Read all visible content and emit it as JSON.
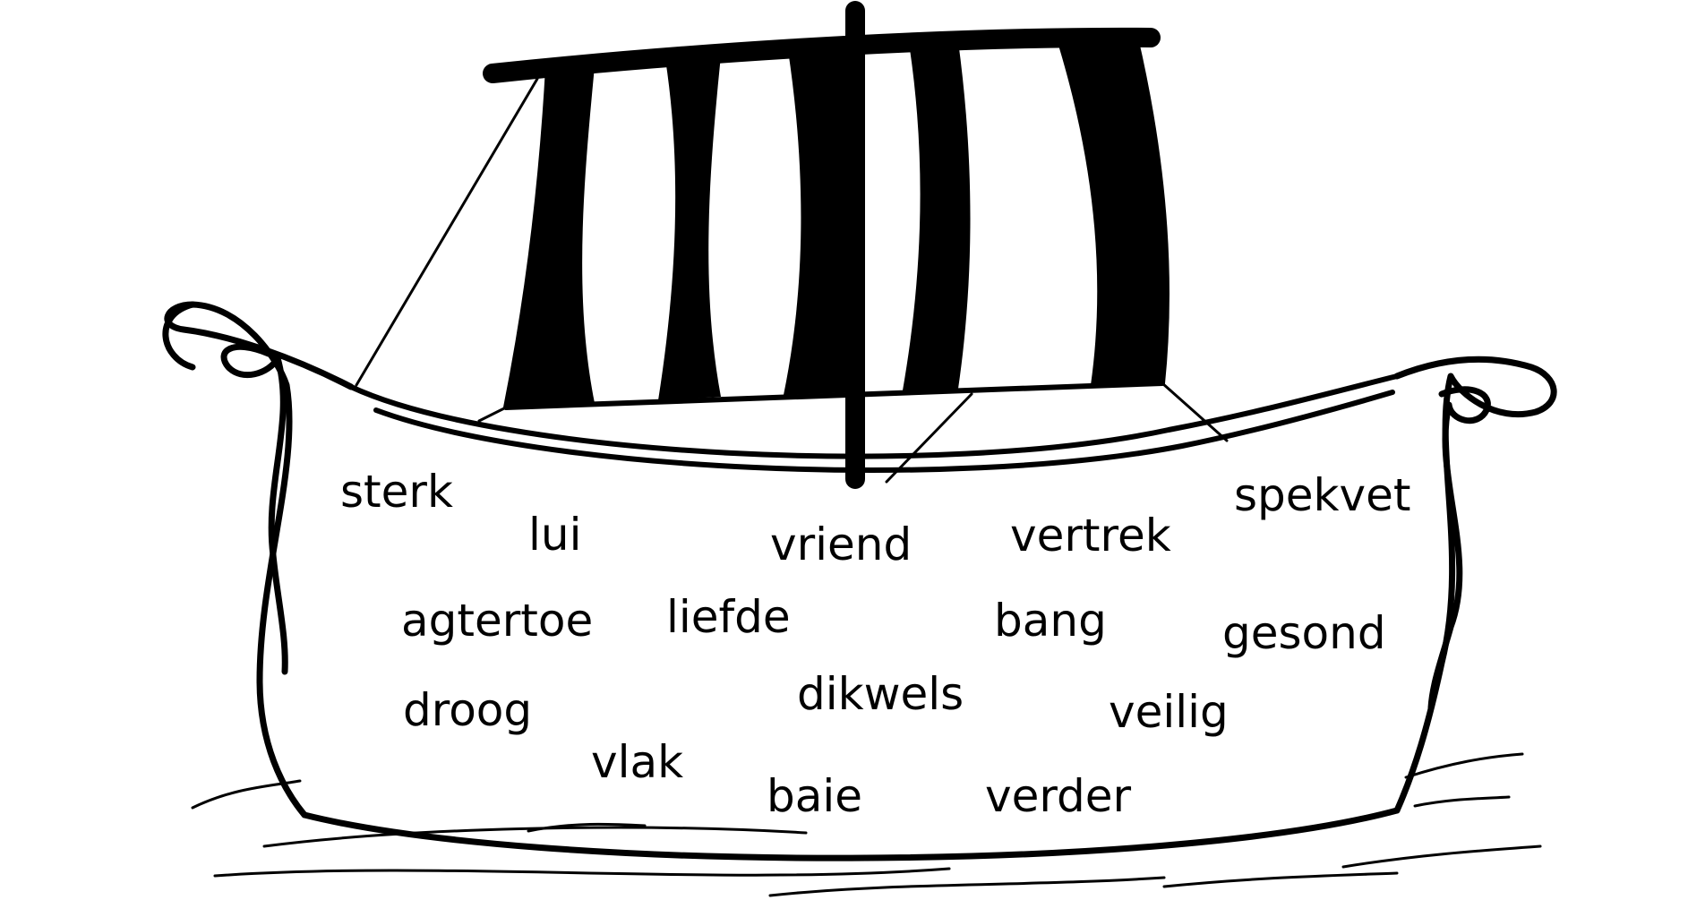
{
  "colors": {
    "ink": "#000000",
    "paper": "#ffffff"
  },
  "illustration": {
    "subject": "viking-longship-icon"
  },
  "words": [
    {
      "id": "sterk",
      "text": "sterk"
    },
    {
      "id": "lui",
      "text": "lui"
    },
    {
      "id": "vriend",
      "text": "vriend"
    },
    {
      "id": "vertrek",
      "text": "vertrek"
    },
    {
      "id": "spekvet",
      "text": "spekvet"
    },
    {
      "id": "agtertoe",
      "text": "agtertoe"
    },
    {
      "id": "liefde",
      "text": "liefde"
    },
    {
      "id": "bang",
      "text": "bang"
    },
    {
      "id": "gesond",
      "text": "gesond"
    },
    {
      "id": "droog",
      "text": "droog"
    },
    {
      "id": "dikwels",
      "text": "dikwels"
    },
    {
      "id": "veilig",
      "text": "veilig"
    },
    {
      "id": "vlak",
      "text": "vlak"
    },
    {
      "id": "baie",
      "text": "baie"
    },
    {
      "id": "verder",
      "text": "verder"
    }
  ]
}
